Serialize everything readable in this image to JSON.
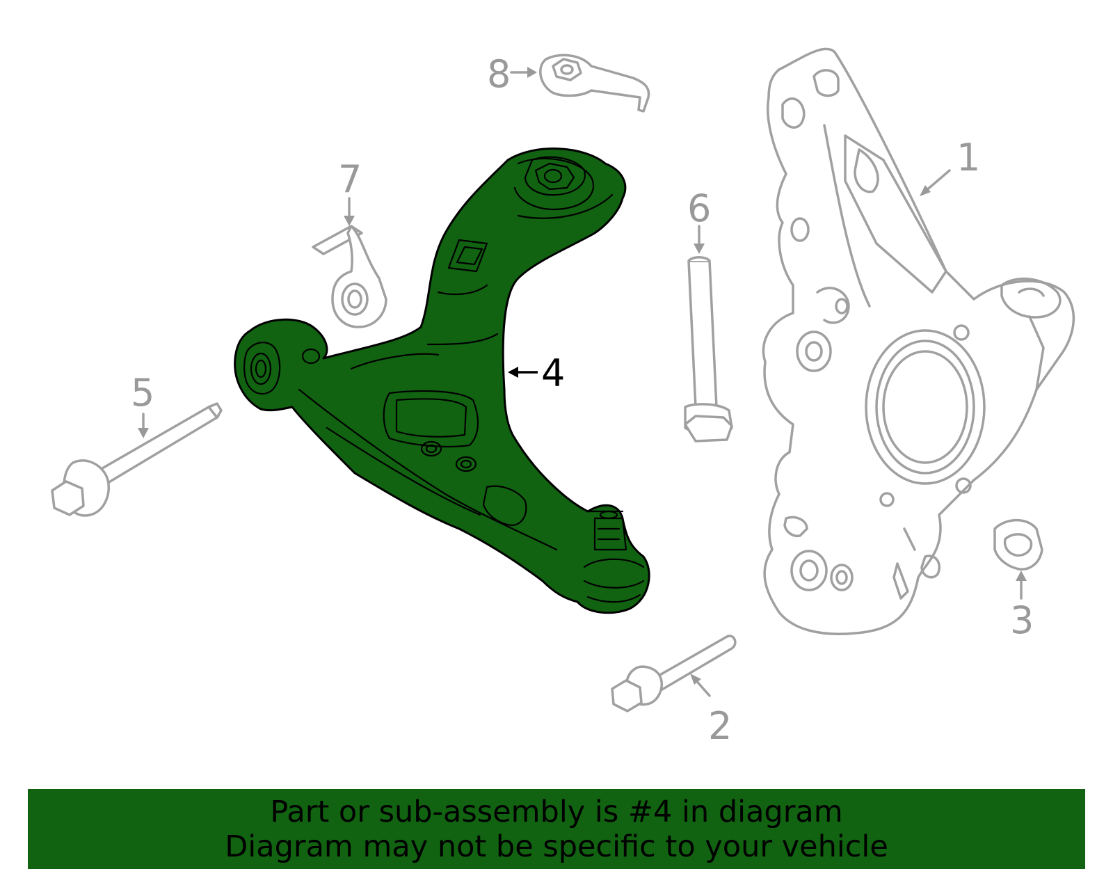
{
  "colors": {
    "highlight": "#116311",
    "part_stroke": "#a0a0a0",
    "highlight_stroke": "#000000",
    "banner": "#116311",
    "label_gray": "#999999",
    "label_highlight": "#000000"
  },
  "callouts": {
    "c1": "1",
    "c2": "2",
    "c3": "3",
    "c4": "4",
    "c5": "5",
    "c6": "6",
    "c7": "7",
    "c8": "8"
  },
  "highlighted_callout": "4",
  "caption": {
    "line1": "Part or sub-assembly is #4 in diagram",
    "line2": "Diagram may not be specific to your vehicle"
  }
}
